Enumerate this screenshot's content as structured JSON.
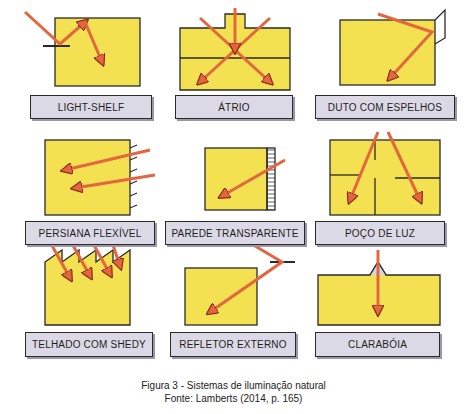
{
  "diagram": {
    "caption": "Figura 3 - Sistemas de iluminação natural",
    "nodes": [
      {
        "text": [
          "LIGHT-SHELF"
        ]
      },
      {
        "text": [
          "ÁTRIO"
        ]
      },
      {
        "text": [
          "DUTO COM ESPELHOS"
        ]
      },
      {
        "text": [
          "PERSIANA FLEXÍVEL"
        ]
      },
      {
        "text": [
          "PAREDE TRANSPARENTE"
        ]
      },
      {
        "text": [
          "POÇO DE LUZ"
        ]
      },
      {
        "text": [
          "TELHADO COM SHEDY"
        ]
      },
      {
        "text": [
          "REFLETOR EXTERNO"
        ]
      },
      {
        "text": [
          "CLARABÓIA"
        ]
      }
    ],
    "labels": [
      "Fonte: Lamberts (2014, p. 165)"
    ]
  }
}
